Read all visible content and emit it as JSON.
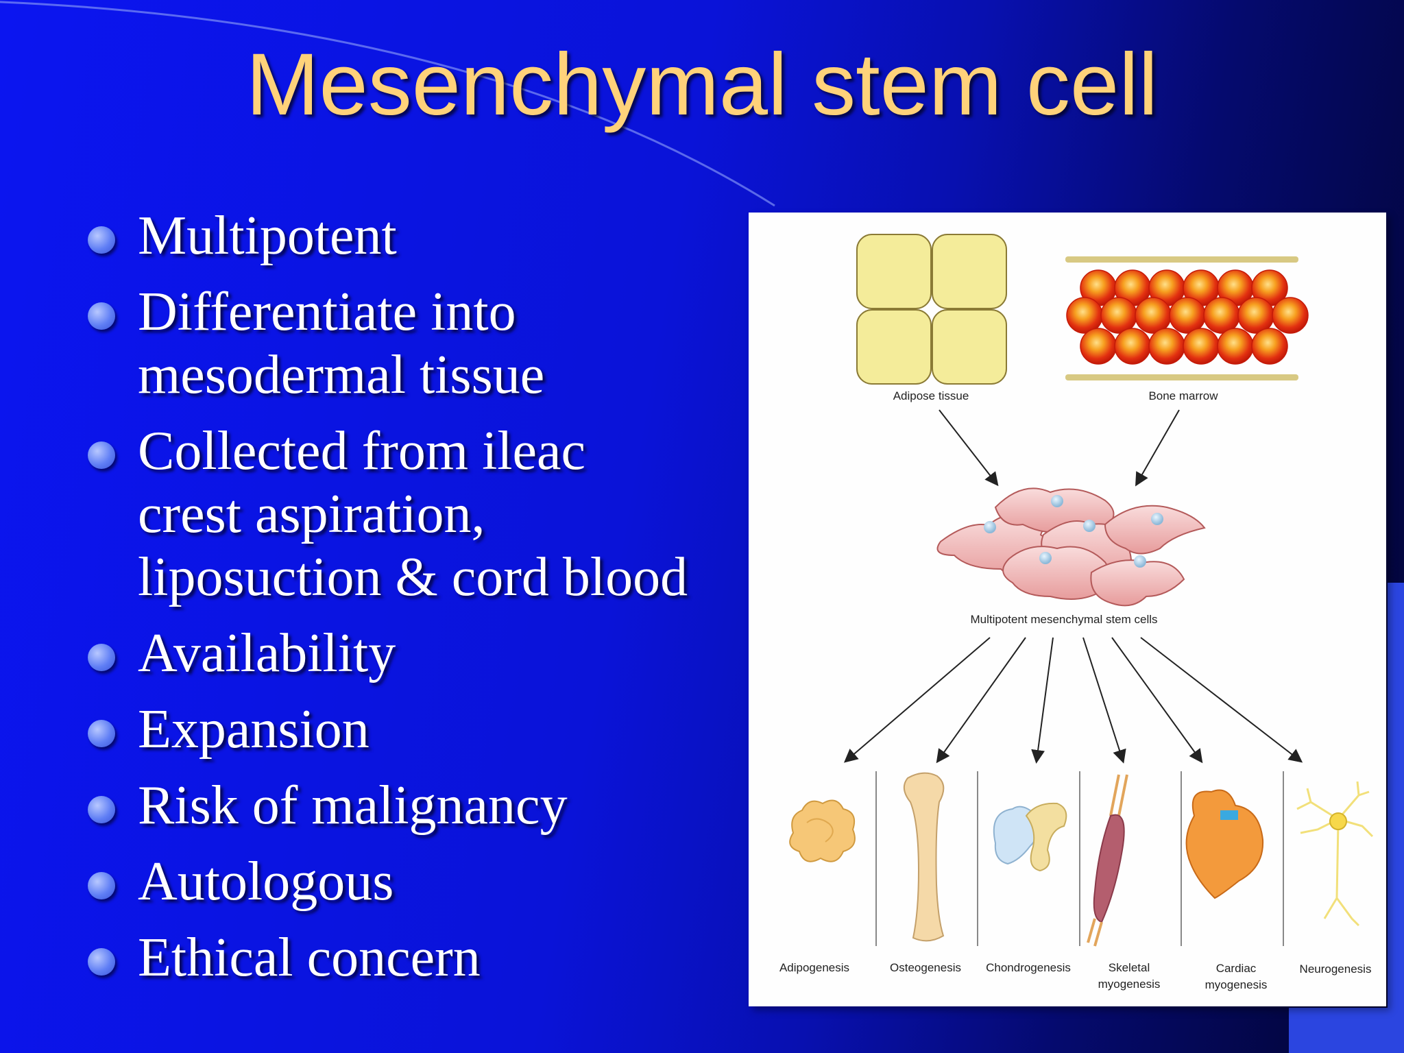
{
  "slide": {
    "title": "Mesenchymal stem cell",
    "bullets": [
      {
        "lines": [
          "Multipotent"
        ]
      },
      {
        "lines": [
          "Differentiate into",
          "mesodermal tissue"
        ]
      },
      {
        "lines": [
          "Collected from ileac",
          "crest aspiration,",
          "liposuction & cord blood"
        ]
      },
      {
        "lines": [
          "Availability"
        ]
      },
      {
        "lines": [
          "Expansion"
        ]
      },
      {
        "lines": [
          "Risk of malignancy"
        ]
      },
      {
        "lines": [
          "Autologous"
        ]
      },
      {
        "lines": [
          "Ethical concern"
        ]
      }
    ]
  },
  "figure": {
    "sources": [
      "Adipose tissue",
      "Bone marrow"
    ],
    "center": "Multipotent mesenchymal stem cells",
    "outcomes": [
      [
        "Adipogenesis"
      ],
      [
        "Osteogenesis"
      ],
      [
        "Chondrogenesis"
      ],
      [
        "Skeletal",
        "myogenesis"
      ],
      [
        "Cardiac",
        "myogenesis"
      ],
      [
        "Neurogenesis"
      ]
    ]
  },
  "colors": {
    "title": "#ffd27a",
    "bullet_text": "#ffffff",
    "background": "#0b15f0",
    "bullet_dot": "#5f7ef5"
  }
}
